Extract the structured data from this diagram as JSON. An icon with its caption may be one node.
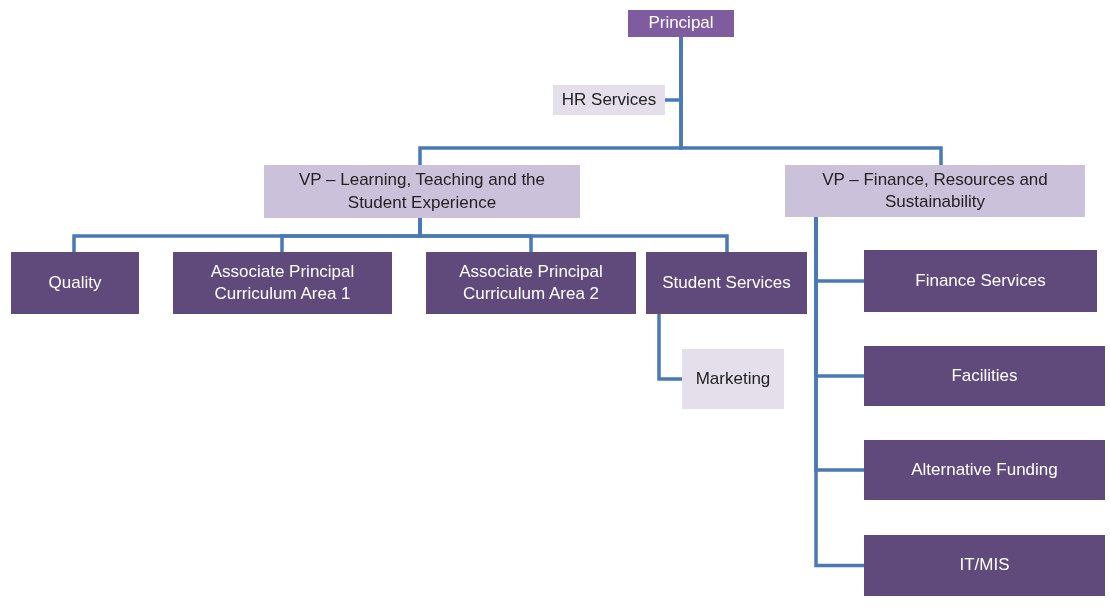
{
  "diagram": {
    "nodes": [
      {
        "text": [
          "Principal"
        ]
      },
      {
        "text": [
          "HR Services"
        ]
      },
      {
        "text": [
          "VP – Learning, Teaching and the Student Experience"
        ]
      },
      {
        "text": [
          "VP – Finance, Resources and Sustainability"
        ]
      },
      {
        "text": [
          "Quality"
        ]
      },
      {
        "text": [
          "Associate Principal Curriculum Area 1"
        ]
      },
      {
        "text": [
          "Associate Principal Curriculum Area 2"
        ]
      },
      {
        "text": [
          "Student Services"
        ]
      },
      {
        "text": [
          "Marketing"
        ]
      },
      {
        "text": [
          "Finance Services"
        ]
      },
      {
        "text": [
          "Facilities"
        ]
      },
      {
        "text": [
          "Alternative Funding"
        ]
      },
      {
        "text": [
          "IT/MIS"
        ]
      }
    ],
    "edges": [
      {
        "from": 0,
        "to": 1,
        "arrow": "none"
      },
      {
        "from": 0,
        "to": 2,
        "arrow": "none"
      },
      {
        "from": 0,
        "to": 3,
        "arrow": "none"
      },
      {
        "from": 2,
        "to": 4,
        "arrow": "none"
      },
      {
        "from": 2,
        "to": 5,
        "arrow": "none"
      },
      {
        "from": 2,
        "to": 6,
        "arrow": "none"
      },
      {
        "from": 2,
        "to": 7,
        "arrow": "none"
      },
      {
        "from": 7,
        "to": 8,
        "arrow": "none"
      },
      {
        "from": 3,
        "to": 9,
        "arrow": "none"
      },
      {
        "from": 3,
        "to": 10,
        "arrow": "none"
      },
      {
        "from": 3,
        "to": 11,
        "arrow": "none"
      },
      {
        "from": 3,
        "to": 12,
        "arrow": "none"
      }
    ]
  }
}
